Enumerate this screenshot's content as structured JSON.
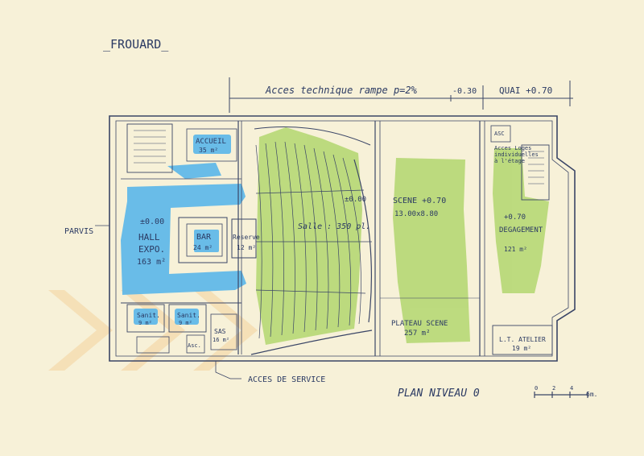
{
  "title": "_FROUARD_",
  "top_dims": {
    "acces": "Acces technique rampe p=2%",
    "dim1": "-0.30",
    "quai": "QUAI +0.70"
  },
  "labels": {
    "parvis": "PARVIS",
    "accueil": "ACCUEIL",
    "accueil_area": "35 m²",
    "hall_level": "±0.00",
    "hall": "HALL",
    "expo": "EXPO.",
    "hall_area": "163 m²",
    "bar": "BAR",
    "bar_area": "24 m²",
    "reserve": "Reserve",
    "reserve_area": "12 m²",
    "salle": "Salle : 350 pl.",
    "salle_level": "±0.00",
    "scene": "SCENE +0.70",
    "scene_dims": "13.00x8.80",
    "plateau": "PLATEAU SCENE",
    "plateau_area": "257 m²",
    "acces_loges_1": "Acces Loges",
    "acces_loges_2": "individuelles",
    "acces_loges_3": "à l'étage",
    "asc_right": "ASC",
    "degagement_level": "+0.70",
    "degagement": "DEGAGEMENT",
    "degagement_area": "121 m²",
    "atelier": "L.T. ATELIER",
    "atelier_area": "19 m²",
    "sanit1": "Sanit.",
    "sanit1_area": "9 m²",
    "sanit2": "Sanit.",
    "sanit2_area": "9 m²",
    "asc_left": "Asc.",
    "sas": "SAS",
    "sas_area": "16 m²",
    "acces_service": "ACCES DE SERVICE",
    "plan_title": "PLAN NIVEAU 0",
    "scale_0": "0",
    "scale_2": "2",
    "scale_4": "4",
    "scale_unit": "6m."
  },
  "colors": {
    "paper": "#f7f1d8",
    "ink": "#2b3a63",
    "blue": "#5ab7ea",
    "green": "#b9d97a",
    "orange": "#f2c07a"
  }
}
